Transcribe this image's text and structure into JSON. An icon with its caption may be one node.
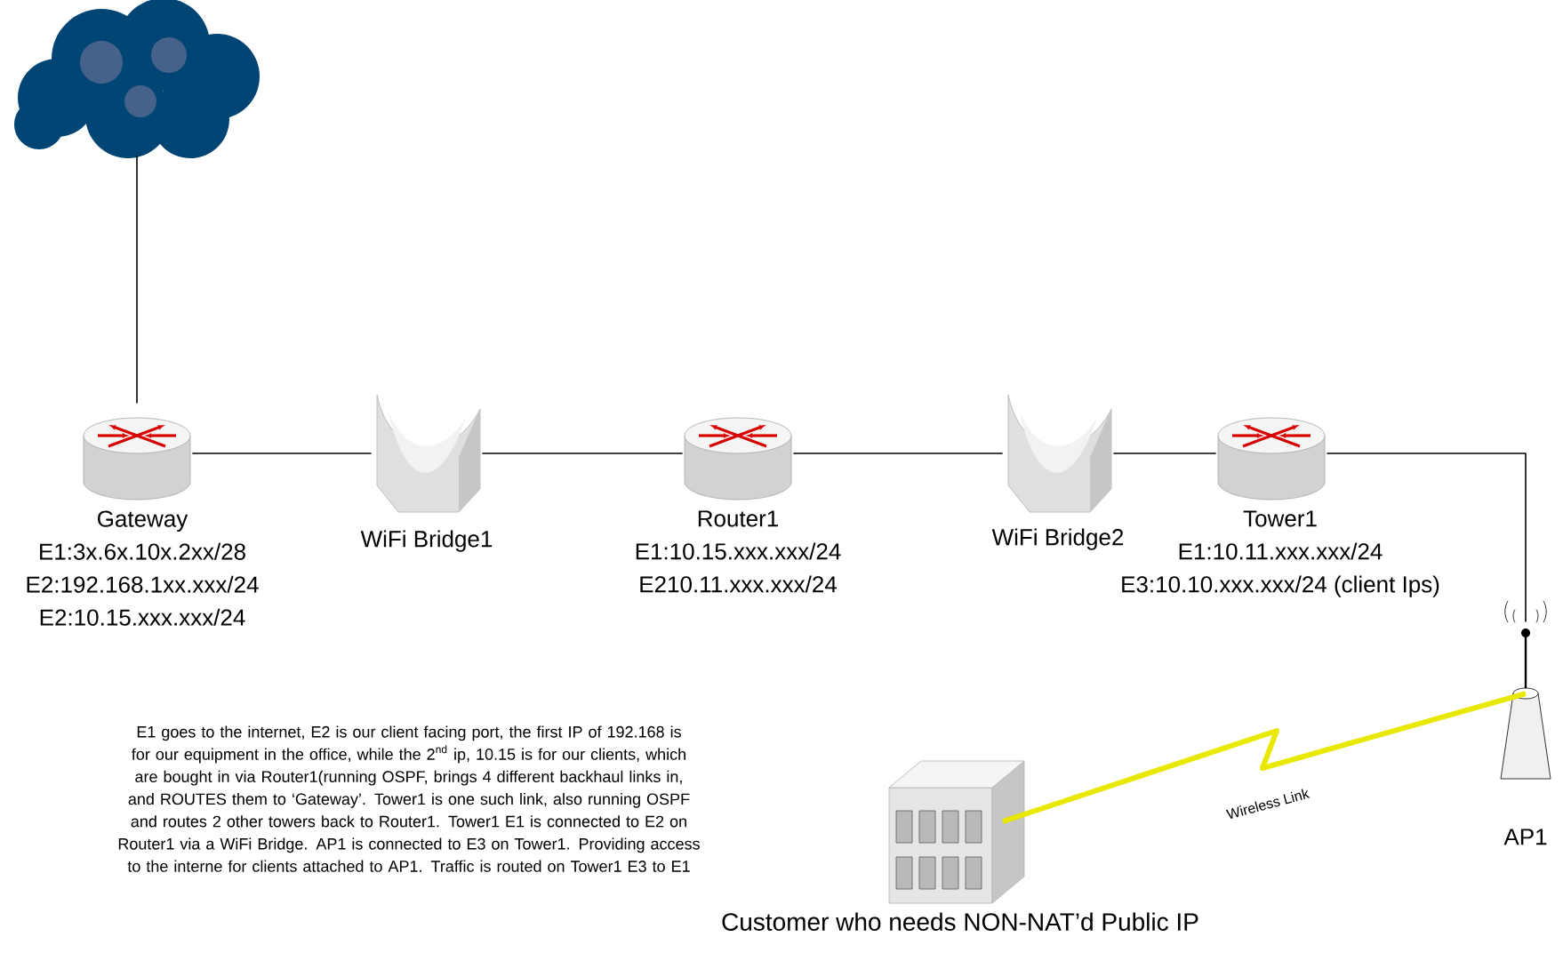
{
  "diagram": {
    "nodes": [
      {
        "text": [],
        "shape": "cloud"
      },
      {
        "text": [
          "Gateway",
          "E1:3x.6x.10x.2xx/28",
          "E2:192.168.1xx.xxx/24",
          "E2:10.15.xxx.xxx/24"
        ]
      },
      {
        "text": [
          "WiFi Bridge1"
        ]
      },
      {
        "text": [
          "Router1",
          "E1:10.15.xxx.xxx/24",
          "E210.11.xxx.xxx/24"
        ]
      },
      {
        "text": [
          "WiFi Bridge2"
        ]
      },
      {
        "text": [
          "Tower1",
          "E1:10.11.xxx.xxx/24",
          "E3:10.10.xxx.xxx/24 (client Ips)"
        ]
      },
      {
        "text": [
          "AP1"
        ]
      },
      {
        "text": [
          "Customer who needs NON-NAT’d Public IP"
        ]
      }
    ],
    "edges": [
      {
        "from": 0,
        "to": 1,
        "arrow": "none"
      },
      {
        "from": 1,
        "to": 2,
        "arrow": "none"
      },
      {
        "from": 2,
        "to": 3,
        "arrow": "none"
      },
      {
        "from": 3,
        "to": 4,
        "arrow": "none"
      },
      {
        "from": 4,
        "to": 5,
        "arrow": "none"
      },
      {
        "from": 5,
        "to": 6,
        "arrow": "none"
      },
      {
        "from": 7,
        "to": 6,
        "arrow": "none",
        "label": "Wireless Link",
        "style": "thick",
        "color": "#e8e800"
      }
    ],
    "labels": [
      "E1 goes to the internet, E2 is our client facing port, the first IP of 192.168 is for our equipment in the office, while the 2$^{nd}$ ip, 10.15 is for our clients, which are bought in via Router1(running OSPF, brings 4 different backhaul links in, and ROUTES them to ‘Gateway’. Tower1 is one such link, also running OSPF and routes 2 other towers back to Router1. Tower1 E1 is connected to E2 on Router1 via a WiFi Bridge. AP1 is connected to E3 on Tower1. Providing access to the interne for clients attached to AP1. Traffic is routed on Tower1 E3 to E1"
    ]
  }
}
